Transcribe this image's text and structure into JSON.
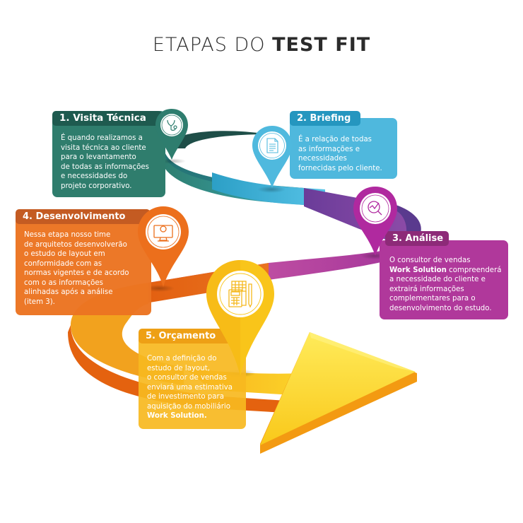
{
  "title": {
    "light": "ETAPAS DO",
    "bold": "TEST FIT"
  },
  "steps": [
    {
      "number": "1.",
      "label": "1. Visita Técnica",
      "icon": "stethoscope-icon",
      "color": "#2E7D6E",
      "head_color": "#1E5A4F",
      "lines": [
        "É quando realizamos a",
        "visita técnica ao cliente",
        "para o levantamento",
        "de todas as informações",
        "e necessidades do",
        "projeto corporativo."
      ]
    },
    {
      "number": "2.",
      "label": "2. Briefing",
      "icon": "document-icon",
      "color": "#4FB9DE",
      "head_color": "#2A97C0",
      "lines": [
        "É a relação de todas",
        "as informações e",
        "necessidades",
        "fornecidas pelo cliente."
      ]
    },
    {
      "number": "3.",
      "label": "3. Análise",
      "icon": "magnifier-chart-icon",
      "color": "#B23A9C",
      "head_color": "#8E2A78",
      "lines": [
        "O consultor de vendas",
        "Work Solution compreenderá",
        "a necessidade do cliente e",
        "extrairá informações",
        "complementares para o",
        "desenvolvimento do estudo."
      ],
      "bold_phrase": "Work Solution"
    },
    {
      "number": "4.",
      "label": "4. Desenvolvimento",
      "icon": "computer-gear-icon",
      "color": "#EC7422",
      "head_color": "#C4561A",
      "lines": [
        "Nessa etapa nosso time",
        "de arquitetos desenvolverão",
        "o estudo de layout em",
        "conformidade com as",
        "normas vigentes e de acordo",
        "com o as informações",
        "alinhadas após a análise",
        "(item 3)."
      ]
    },
    {
      "number": "5.",
      "label": "5. Orçamento",
      "icon": "calculator-budget-icon",
      "color": "#F7B81F",
      "head_color": "#EEA015",
      "lines": [
        "Com a definição do",
        "estudo de layout,",
        "o consultor de vendas",
        "enviará uma estimativa",
        "de investimento para",
        "aquisição do mobiliário",
        "Work Solution."
      ],
      "bold_phrase": "Work Solution."
    }
  ]
}
